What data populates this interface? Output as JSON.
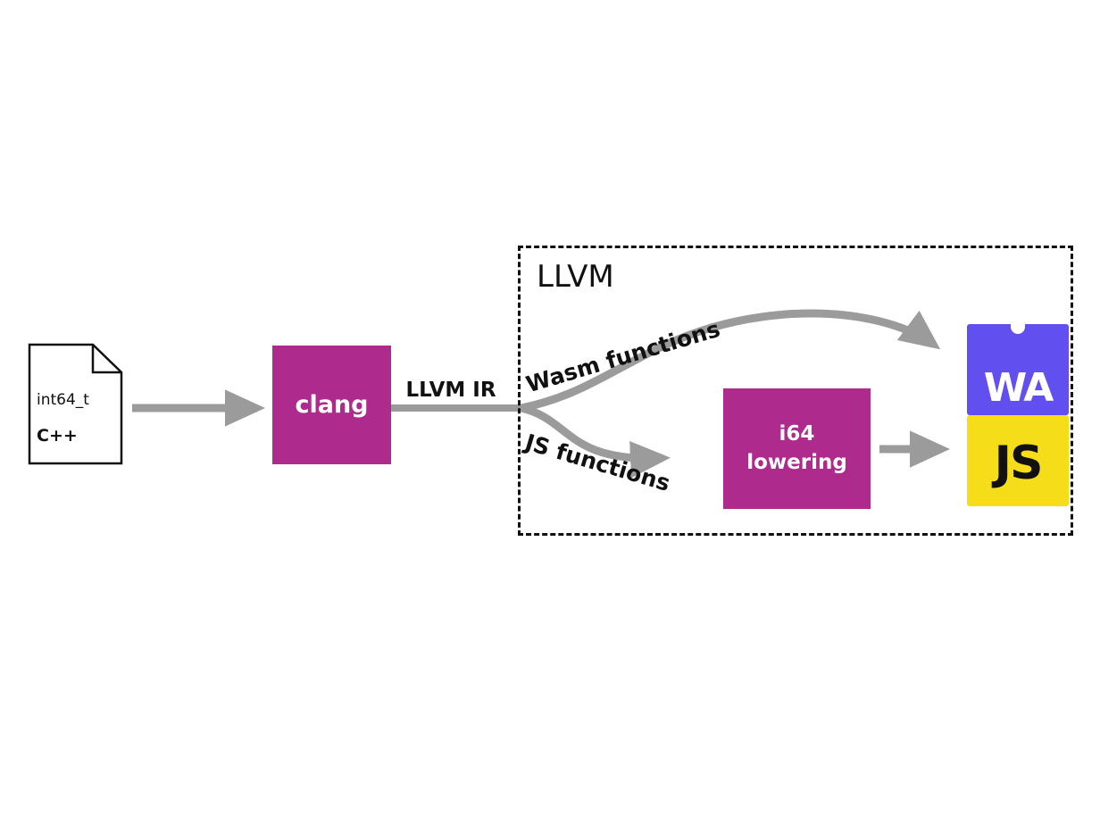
{
  "diagram": {
    "source_file": {
      "filename": "int64_t",
      "language": "C++"
    },
    "clang_box": {
      "label": "clang"
    },
    "llvm_ir": {
      "label": "LLVM IR"
    },
    "llvm_container": {
      "label": "LLVM"
    },
    "wasm_path": {
      "label": "Wasm functions"
    },
    "js_path": {
      "label": "JS functions"
    },
    "i64_box": {
      "line1": "i64",
      "line2": "lowering"
    },
    "wa_logo": {
      "label": "WA"
    },
    "js_logo": {
      "label": "JS"
    },
    "colors": {
      "magenta": "#ae2a8c",
      "arrow_gray": "#9b9b9b",
      "wa_purple": "#6150ef",
      "js_yellow": "#f5de19",
      "ink": "#111111"
    }
  }
}
